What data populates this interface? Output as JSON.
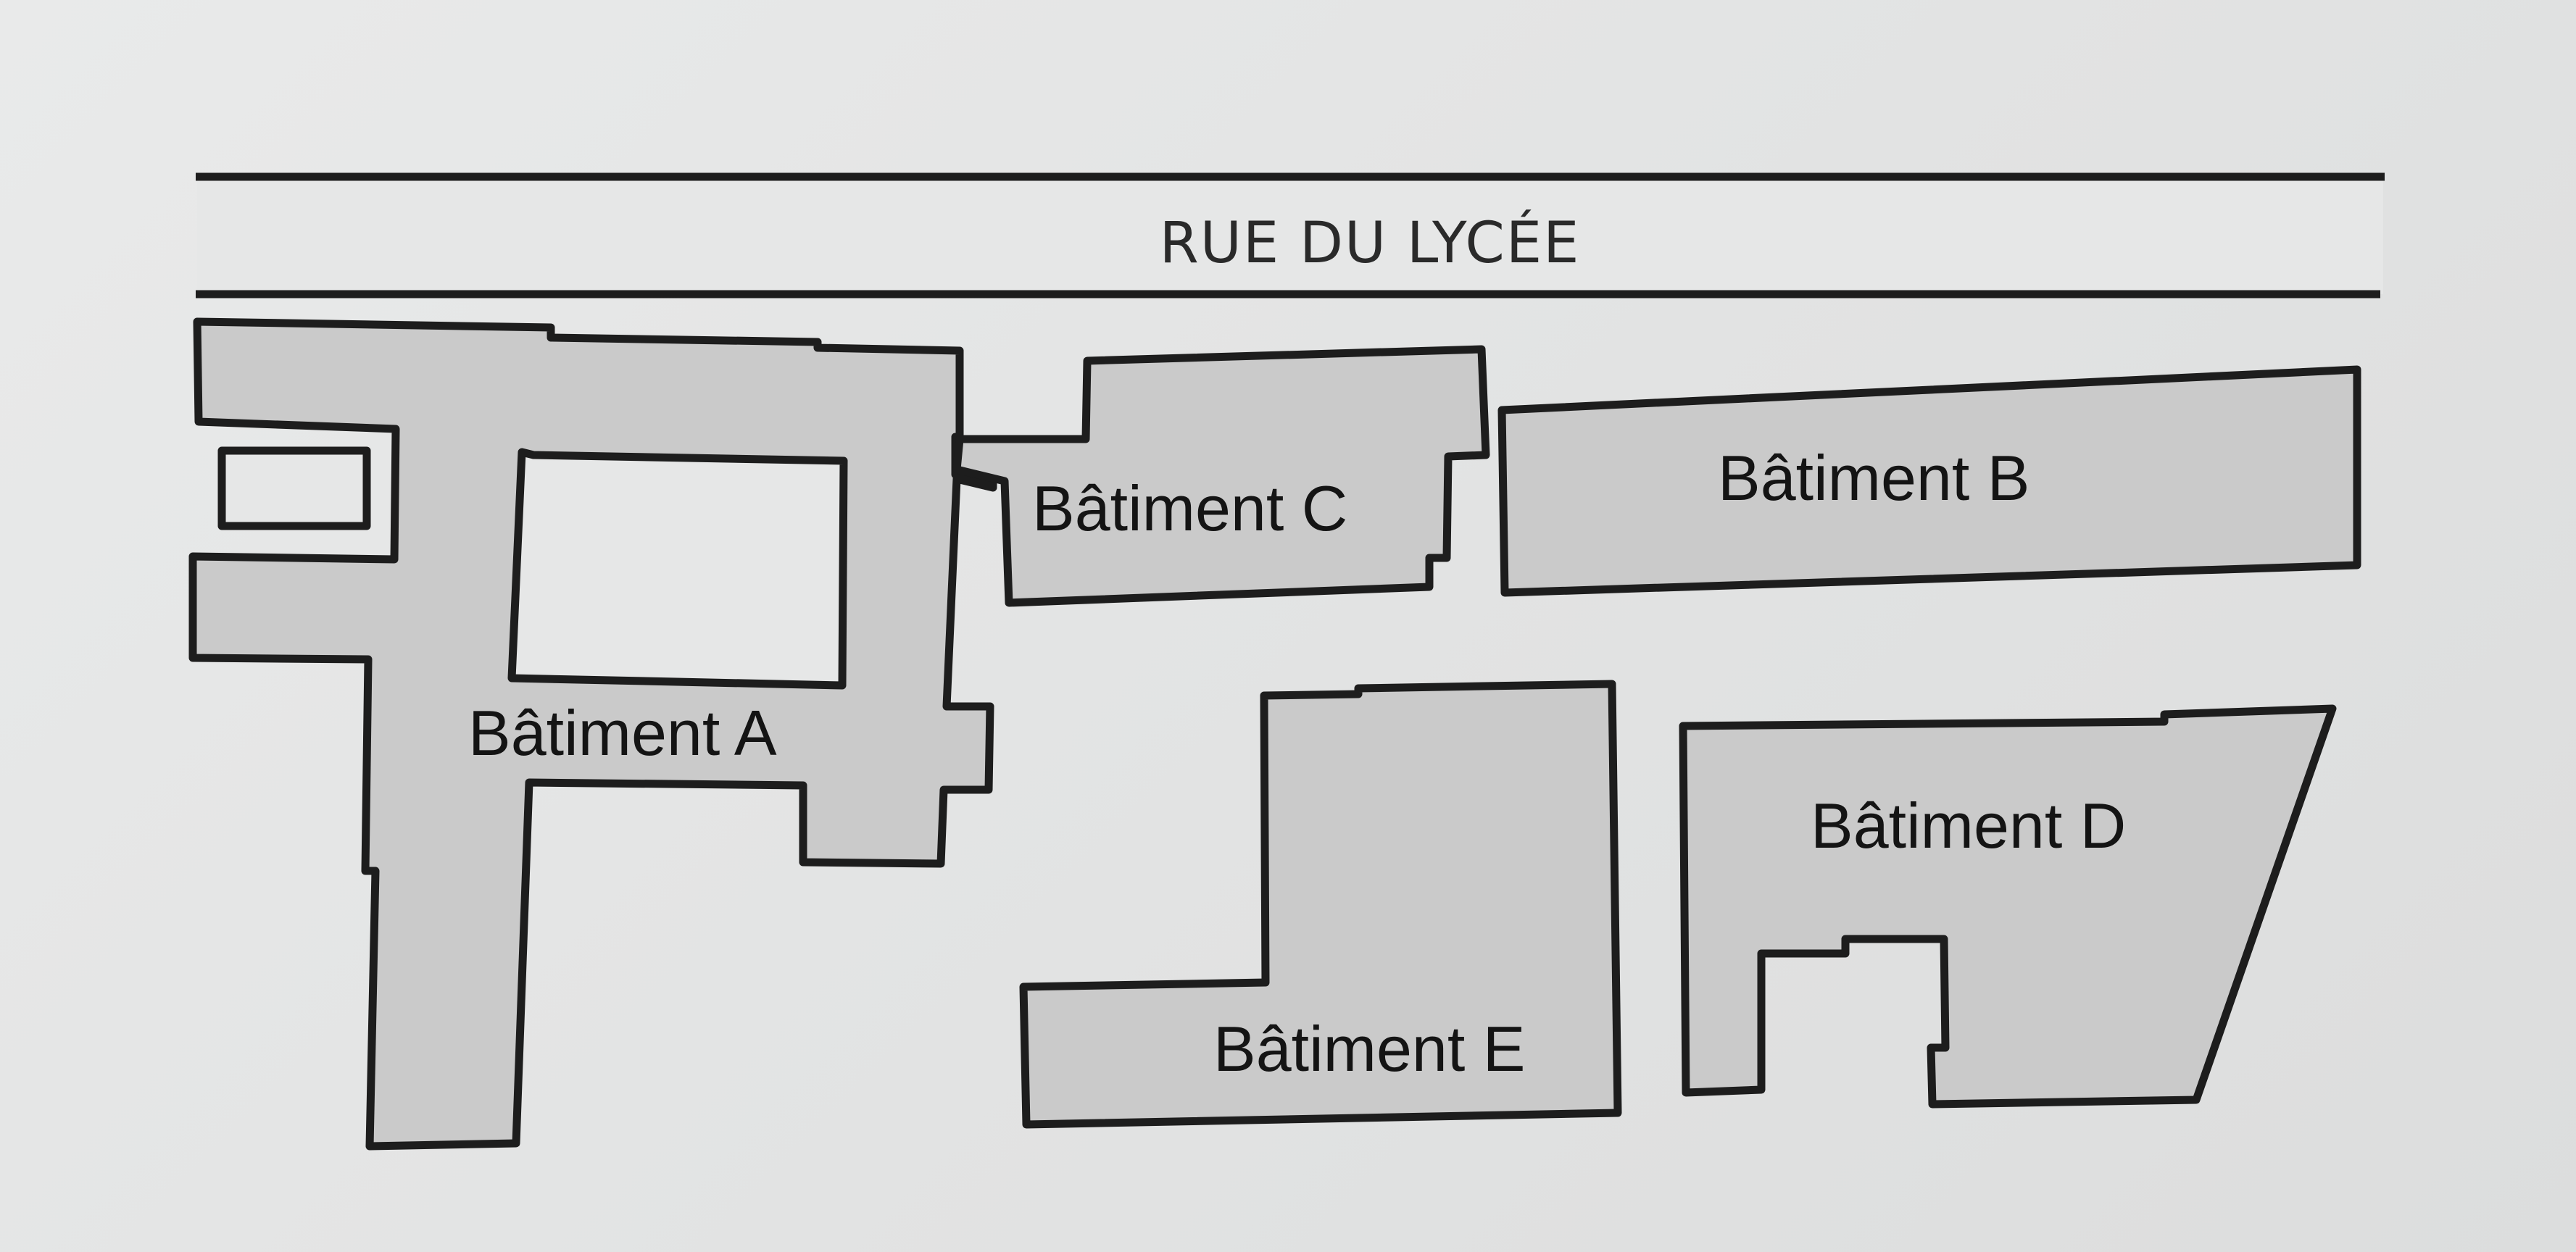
{
  "street": {
    "name": "RUE DU LYCÉE"
  },
  "buildings": {
    "a": {
      "label": "Bâtiment A"
    },
    "b": {
      "label": "Bâtiment B"
    },
    "c": {
      "label": "Bâtiment C"
    },
    "d": {
      "label": "Bâtiment D"
    },
    "e": {
      "label": "Bâtiment E"
    }
  },
  "colors": {
    "background": "#e3e4e4",
    "building_fill": "#cacaca",
    "street_fill": "#e6e7e7",
    "outline": "#1d1d1d",
    "text": "#141414"
  }
}
